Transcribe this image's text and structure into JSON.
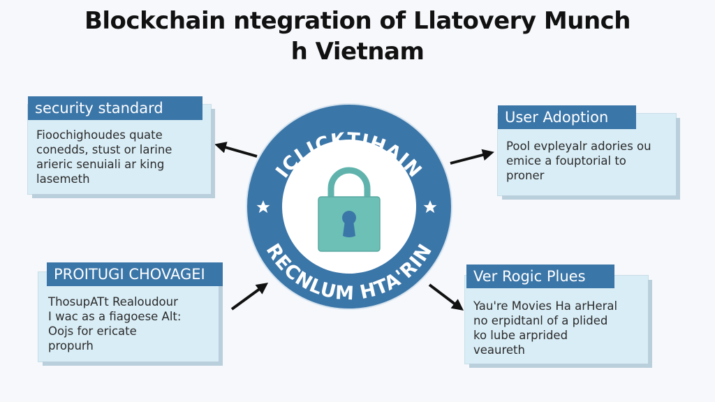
{
  "title": {
    "line1": "Blockchain ntegration of Llatovery Munch",
    "line2": "h Vietnam"
  },
  "center_badge": {
    "top_text": "ICLICKTIHAIN",
    "bottom_text": "RECNLUM HTA'RIN",
    "center_icon": "padlock-icon",
    "side_icons": [
      "star-icon",
      "star-icon"
    ],
    "ring_color": "#3b76a8",
    "lock_color": "#6cc0b5",
    "keyhole_color": "#3b76a8"
  },
  "cards": {
    "security": {
      "header": "security standard",
      "lines": [
        "Fioochighoudes quate",
        "conedds, stust or larine",
        "arieric senuiali ar king",
        "lasemeth"
      ]
    },
    "adoption": {
      "header": "User Adoption",
      "lines": [
        "Pool evpleyalr adories ou",
        "emice a fouptorial to",
        "proner"
      ]
    },
    "protection": {
      "header": "PROITUGI CHOVAGEI",
      "lines": [
        "ThosupATt Realoudour",
        "I wac as a fiagoese Alt:",
        "Oojs for ericate",
        "propurh"
      ]
    },
    "logic": {
      "header": "Ver Rogic Plues",
      "lines": [
        "Yau're Movies Ha arHeral",
        "no erpidtanl of a plided",
        "ko lube arprided",
        "veaureth"
      ]
    }
  },
  "colors": {
    "header_bg": "#3b76a8",
    "card_bg": "#d9edf6",
    "background": "#f6f8fb",
    "arrow": "#111111"
  }
}
